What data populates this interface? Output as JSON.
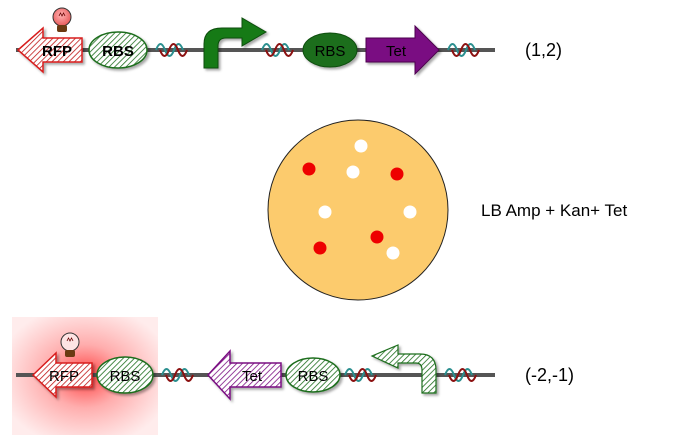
{
  "construct_top": {
    "label": "(1,2)",
    "parts": {
      "reporter": "RFP",
      "rbs1": "RBS",
      "rbs2": "RBS",
      "resistance": "Tet"
    },
    "state": "active"
  },
  "plate": {
    "medium_label": "LB Amp + Kan+ Tet",
    "colonies": [
      {
        "color": "white"
      },
      {
        "color": "red"
      },
      {
        "color": "white"
      },
      {
        "color": "red"
      },
      {
        "color": "white"
      },
      {
        "color": "white"
      },
      {
        "color": "red"
      },
      {
        "color": "red"
      },
      {
        "color": "white"
      }
    ],
    "colors": {
      "plate": "#fccb6d",
      "red_colony": "#ee0000",
      "white_colony": "#ffffff"
    }
  },
  "construct_bottom": {
    "label": "(-2,-1)",
    "parts": {
      "reporter": "RFP",
      "rbs1": "RBS",
      "resistance": "Tet",
      "rbs2": "RBS"
    },
    "state": "inverted"
  },
  "colors": {
    "backbone": "#555555",
    "promoter_green": "#167a16",
    "rbs_green": "#1e6e1e",
    "tet_purple": "#7a0f82",
    "rfp_red": "#d81e1e",
    "dna_red": "#8b1010",
    "dna_teal": "#2a8f8f"
  }
}
